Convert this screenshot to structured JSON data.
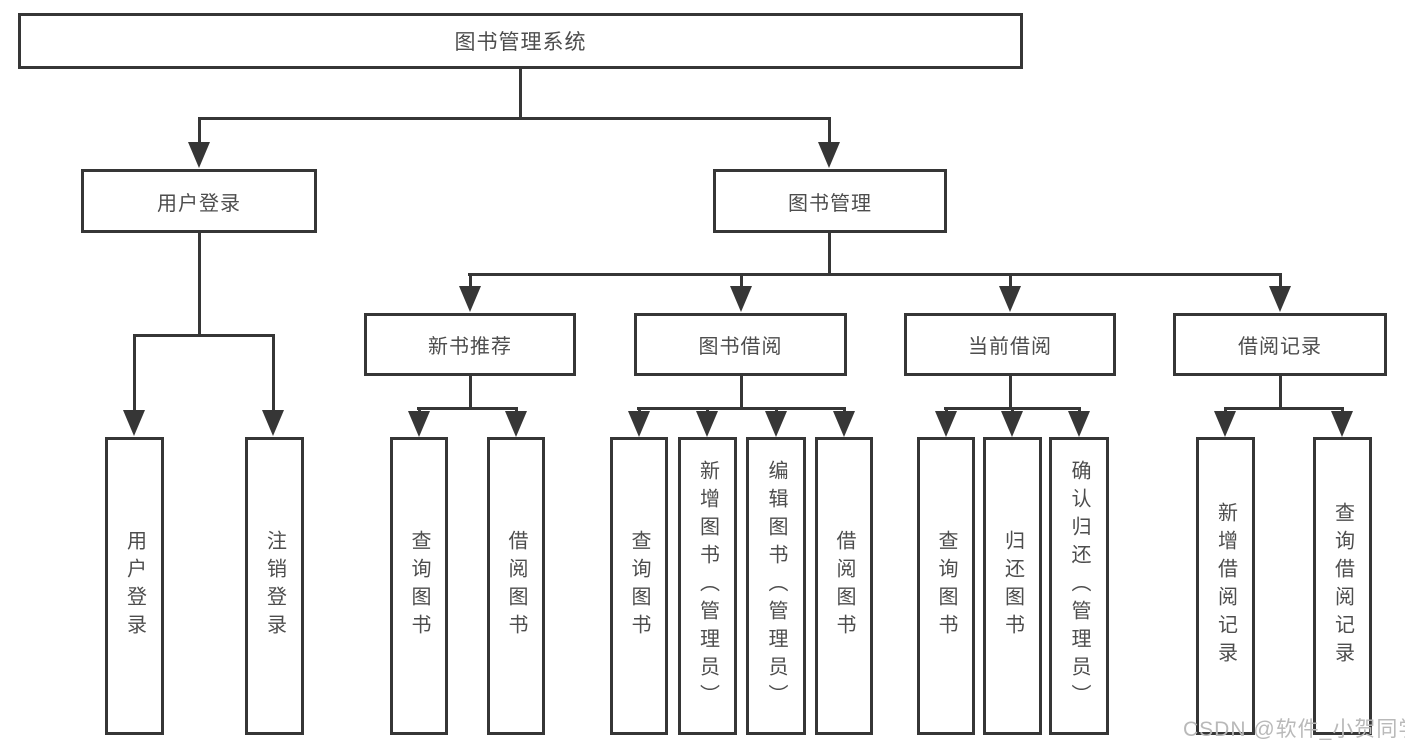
{
  "colors": {
    "line": "#363636",
    "text": "#4d4d4d",
    "background": "#ffffff",
    "watermark": "#b9b9b9"
  },
  "tree": {
    "root": "图书管理系统",
    "branches": [
      {
        "label": "用户登录",
        "children": [
          {
            "label": "用户登录"
          },
          {
            "label": "注销登录"
          }
        ]
      },
      {
        "label": "图书管理",
        "sections": [
          {
            "label": "新书推荐",
            "children": [
              {
                "label": "查询图书"
              },
              {
                "label": "借阅图书"
              }
            ]
          },
          {
            "label": "图书借阅",
            "children": [
              {
                "label": "查询图书"
              },
              {
                "label": "新增图书（管理员）"
              },
              {
                "label": "编辑图书（管理员）"
              },
              {
                "label": "借阅图书"
              }
            ]
          },
          {
            "label": "当前借阅",
            "children": [
              {
                "label": "查询图书"
              },
              {
                "label": "归还图书"
              },
              {
                "label": "确认归还（管理员）"
              }
            ]
          },
          {
            "label": "借阅记录",
            "children": [
              {
                "label": "新增借阅记录"
              },
              {
                "label": "查询借阅记录"
              }
            ]
          }
        ]
      }
    ]
  },
  "watermark": {
    "text": "CSDN @软件_小贺同学"
  }
}
